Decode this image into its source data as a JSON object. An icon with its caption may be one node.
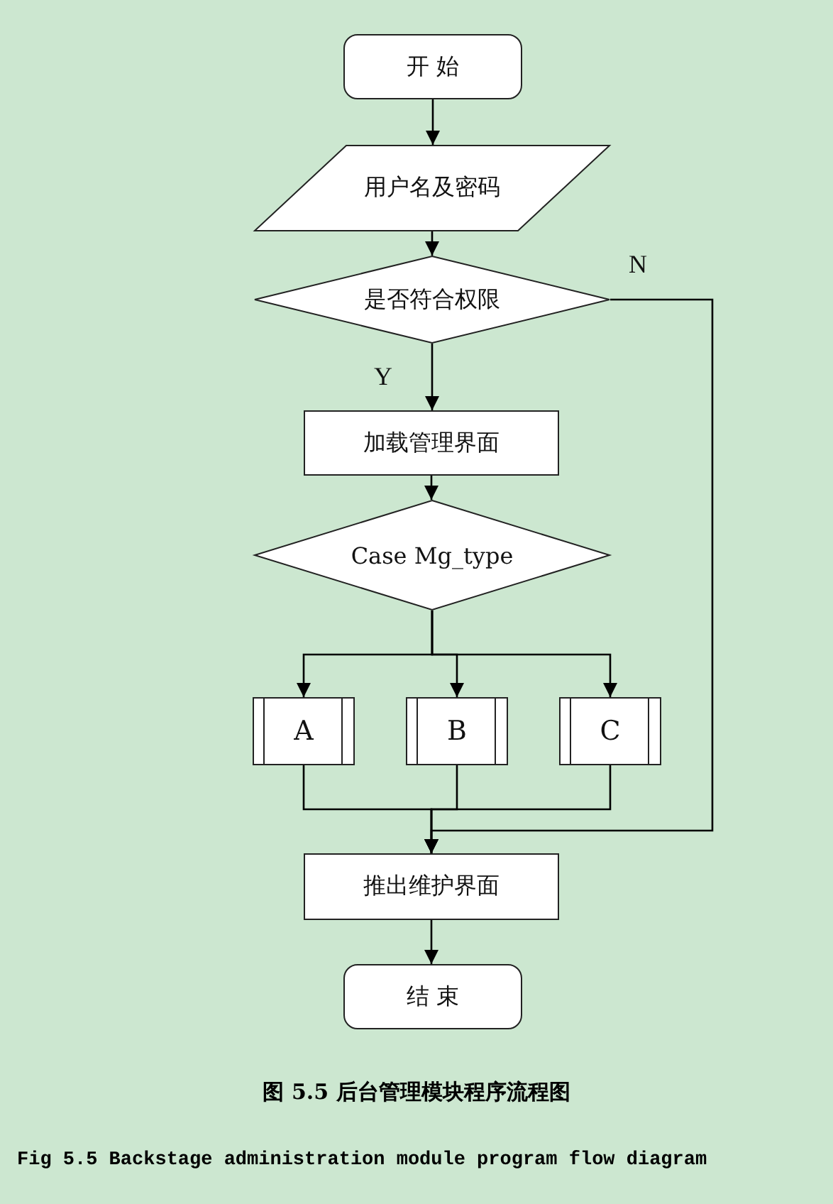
{
  "diagram": {
    "caption": "图 5.5 后台管理模块程序流程图",
    "nodes": [
      {
        "text": [
          "开 始"
        ]
      },
      {
        "text": [
          "用户名及密码"
        ]
      },
      {
        "text": [
          "是否符合权限"
        ]
      },
      {
        "text": [
          "加载管理界面"
        ]
      },
      {
        "text": [
          "Case Mg_type"
        ]
      },
      {
        "text": [
          "A"
        ]
      },
      {
        "text": [
          "B"
        ]
      },
      {
        "text": [
          "C"
        ]
      },
      {
        "text": [
          "推出维护界面"
        ]
      },
      {
        "text": [
          "结 束"
        ]
      }
    ],
    "edges": [
      {
        "from": 0,
        "to": 1,
        "arrow": "to"
      },
      {
        "from": 1,
        "to": 2,
        "arrow": "to"
      },
      {
        "from": 2,
        "to": 3,
        "arrow": "to",
        "label": "Y"
      },
      {
        "from": 2,
        "to": 8,
        "arrow": "to",
        "label": "N"
      },
      {
        "from": 3,
        "to": 4,
        "arrow": "to"
      },
      {
        "from": 4,
        "to": 5,
        "arrow": "to"
      },
      {
        "from": 4,
        "to": 6,
        "arrow": "to"
      },
      {
        "from": 4,
        "to": 7,
        "arrow": "to"
      },
      {
        "from": 5,
        "to": 8,
        "arrow": "to"
      },
      {
        "from": 6,
        "to": 8,
        "arrow": "to"
      },
      {
        "from": 7,
        "to": 8,
        "arrow": "to"
      },
      {
        "from": 8,
        "to": 9,
        "arrow": "to"
      }
    ],
    "labels": [
      "Fig 5.5 Backstage administration module program flow diagram"
    ]
  }
}
